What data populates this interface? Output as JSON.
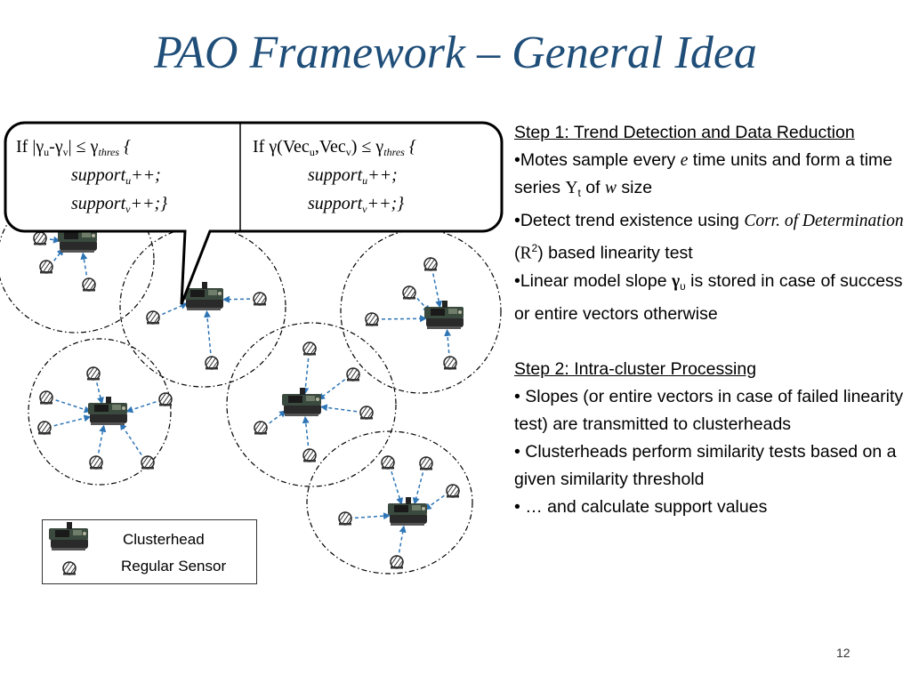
{
  "slide": {
    "title": "PAO Framework – General Idea",
    "page_number": "12"
  },
  "callout": {
    "left": {
      "line1": [
        "If |γ",
        "u",
        "-γ",
        "v",
        "| ≤ γ",
        "thres",
        " {"
      ],
      "line2": [
        "support",
        "u",
        "++;"
      ],
      "line3": [
        "support",
        "v",
        "++;}"
      ]
    },
    "right": {
      "line1": [
        "If γ(Vec",
        "u",
        ",Vec",
        "v",
        ") ≤ γ",
        "thres",
        " {"
      ],
      "line2": [
        "support",
        "u",
        "++;"
      ],
      "line3": [
        "support",
        "v",
        "++;}"
      ]
    }
  },
  "steps": {
    "step1": {
      "heading": "Step 1: Trend Detection and Data Reduction",
      "b1": [
        "•Motes sample every ",
        "e",
        " time units and form a time series ",
        "Υ",
        "t",
        " of ",
        "w",
        " size"
      ],
      "b2": [
        "•Detect trend existence using ",
        "Corr. of Determination",
        " (",
        "R",
        "2",
        ") based linearity test"
      ],
      "b3": [
        "•Linear model slope ",
        "γ",
        "υ",
        " is stored in case of success or entire vectors otherwise"
      ]
    },
    "step2": {
      "heading": "Step 2: Intra-cluster Processing",
      "b1": "• Slopes (or entire vectors in case of failed linearity test) are transmitted to clusterheads",
      "b2": "• Clusterheads perform similarity tests based on a given similarity threshold",
      "b3": "• … and calculate support values"
    }
  },
  "legend": {
    "clusterhead": "Clusterhead",
    "regular_sensor": "Regular Sensor"
  },
  "colors": {
    "title": "#1f4e79",
    "arrow": "#2e75b6",
    "circle": "#000000"
  },
  "icons": {
    "clusterhead": "sensor-board-icon",
    "regular_sensor": "striped-node-icon"
  }
}
